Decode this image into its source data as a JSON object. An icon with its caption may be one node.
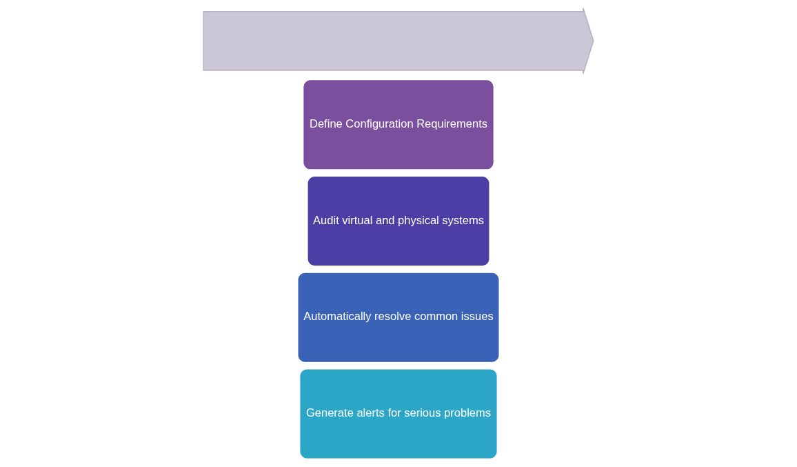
{
  "diagram": {
    "nodes": [
      {
        "text": [],
        "shape": "arrow"
      },
      {
        "text": [
          "Define Configuration Requirements"
        ]
      },
      {
        "text": [
          "Audit virtual and physical systems"
        ]
      },
      {
        "text": [
          "Automatically resolve common issues"
        ]
      },
      {
        "text": [
          "Generate alerts for serious problems"
        ]
      }
    ]
  }
}
